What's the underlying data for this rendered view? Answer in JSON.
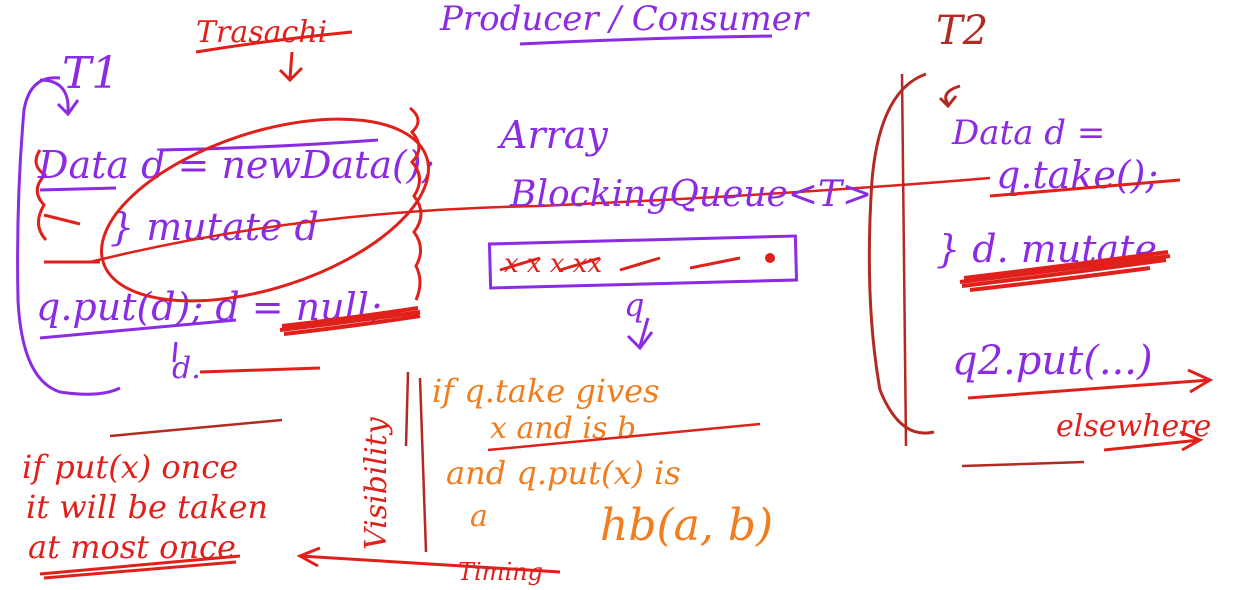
{
  "colors": {
    "purple": "#8b2be2",
    "red": "#e0201a",
    "dark_red": "#b22b22",
    "orange": "#f07d1e",
    "background": "#ffffff"
  },
  "header": {
    "t1": "T1",
    "t2": "T2",
    "transaction": "Trasachi",
    "title": "Producer / Consumer"
  },
  "t1": {
    "line1": "Data d = newData();",
    "line2": "} mutate d",
    "line3": "q.put(d); d = null;",
    "line4": "d."
  },
  "queue": {
    "label_line1": "Array",
    "label_line2": "BlockingQueue<T>",
    "items": "x x x xx",
    "name": "q"
  },
  "t2": {
    "line1": "Data d =",
    "line2": "q.take();",
    "line3": "} d. mutate",
    "line4": "q2.put(...)",
    "line5": "elsewhere"
  },
  "notes": {
    "if_put_line1": "if put(x) once",
    "if_put_line2": "it will be taken",
    "if_put_line3": "at most once",
    "visibility": "Visibility",
    "timing": "Timing",
    "hb_line1": "if q.take gives",
    "hb_line2": "x and is b",
    "hb_line3": "and q.put(x) is",
    "hb_line4": "a",
    "hb_line5": "hb(a, b)"
  }
}
